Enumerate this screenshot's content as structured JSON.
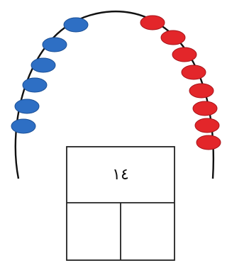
{
  "bead_string": {
    "left_beads": {
      "count": 6,
      "color": "#2e6fc4",
      "edge_color": "#1a4f96"
    },
    "right_beads": {
      "count": 8,
      "color": "#e3262a",
      "edge_color": "#a8141a"
    },
    "string_color": "#111111"
  },
  "part_whole_model": {
    "whole": "١٤",
    "parts": [
      "",
      ""
    ],
    "line_color": "#222222"
  }
}
